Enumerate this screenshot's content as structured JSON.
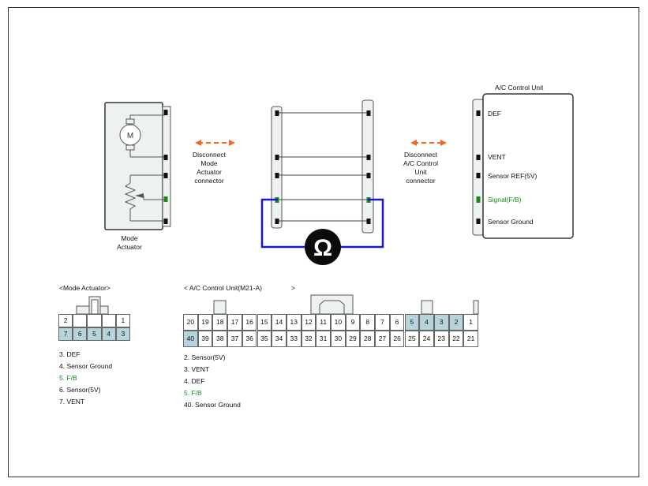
{
  "mode_actuator": {
    "label_line1": "Mode",
    "label_line2": "Actuator",
    "motor_symbol": "M"
  },
  "disconnect_left": [
    "Disconnect",
    "Mode",
    "Actuator",
    "connector"
  ],
  "disconnect_right": [
    "Disconnect",
    "A/C Control",
    "Unit",
    "connector"
  ],
  "acu": {
    "title": "A/C Control Unit",
    "pins": [
      {
        "label": "DEF",
        "color": "#111111"
      },
      {
        "label": "VENT",
        "color": "#111111"
      },
      {
        "label": "Sensor REF(5V)",
        "color": "#111111"
      },
      {
        "label": "Signal(F/B)",
        "color": "#1a8a1a"
      },
      {
        "label": "Sensor Ground",
        "color": "#111111"
      }
    ]
  },
  "meter_symbol": "Ω",
  "colors": {
    "arrow": "#f06a1e",
    "meter_lead": "#1a1acc",
    "signal_green": "#1a8a1a",
    "pin_highlight": "#b7d3dc"
  },
  "mode_connector": {
    "title": "<Mode Actuator>",
    "top_row": [
      "2",
      "",
      "",
      "",
      "1"
    ],
    "bottom_row": [
      "7",
      "6",
      "5",
      "4",
      "3"
    ],
    "highlighted": [
      "7",
      "6",
      "5",
      "4",
      "3"
    ],
    "pin_list": [
      {
        "text": "3. DEF",
        "green": false
      },
      {
        "text": "4. Sensor Ground",
        "green": false
      },
      {
        "text": "5. F/B",
        "green": true
      },
      {
        "text": "6. Sensor(5V)",
        "green": false
      },
      {
        "text": "7. VENT",
        "green": false
      }
    ]
  },
  "acu_connector": {
    "title": "< A/C Control Unit(M21-A)",
    "title_suffix": ">",
    "top_row": [
      "20",
      "19",
      "18",
      "17",
      "16",
      "15",
      "14",
      "13",
      "12",
      "11",
      "10",
      "9",
      "8",
      "7",
      "6",
      "5",
      "4",
      "3",
      "2",
      "1"
    ],
    "bottom_row": [
      "40",
      "39",
      "38",
      "37",
      "36",
      "35",
      "34",
      "33",
      "32",
      "31",
      "30",
      "29",
      "28",
      "27",
      "26",
      "25",
      "24",
      "23",
      "22",
      "21"
    ],
    "highlighted": [
      "5",
      "4",
      "3",
      "2",
      "40"
    ],
    "pin_list": [
      {
        "text": "2. Sensor(5V)",
        "green": false
      },
      {
        "text": "3. VENT",
        "green": false
      },
      {
        "text": "4. DEF",
        "green": false
      },
      {
        "text": "5. F/B",
        "green": true
      },
      {
        "text": "40. Sensor Ground",
        "green": false
      }
    ]
  }
}
